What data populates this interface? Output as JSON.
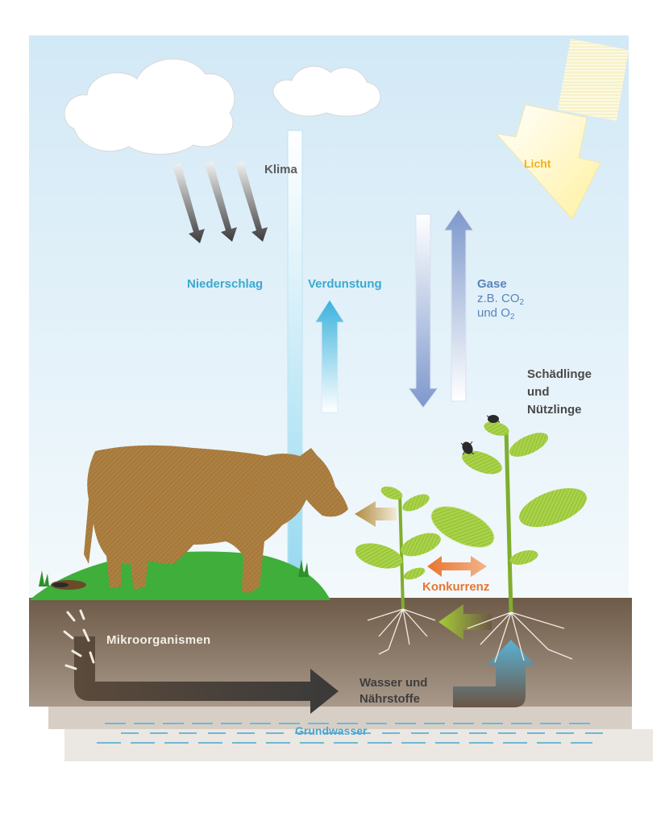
{
  "labels": {
    "klima": "Klima",
    "niederschlag": "Niederschlag",
    "verdunstung": "Verdunstung",
    "licht": "Licht",
    "gase_title": "Gase",
    "gase_line2_prefix": "z.B. CO",
    "gase_line2_sub": "2",
    "gase_line3_prefix": "und O",
    "gase_line3_sub": "2",
    "schaedlinge_1": "Schädlinge",
    "schaedlinge_2": "und",
    "schaedlinge_3": "Nützlinge",
    "konkurrenz": "Konkurrenz",
    "mikroorganismen": "Mikroorganismen",
    "wasser_1": "Wasser und",
    "wasser_2": "Nährstoffe",
    "grundwasser": "Grundwasser"
  },
  "colors": {
    "sky_top": "#d7ecf7",
    "sky_bottom": "#f4f9fc",
    "soil": "#7a6552",
    "hill": "#3fae3b",
    "cow": "#a87b3c",
    "plant": "#9cc83a",
    "water_arrow": "#5cc3e6",
    "nutrient_arrow": "#444444",
    "sun": "#fff6b8",
    "konkurrenz": "#e8752f",
    "gas_arrow": "#7f9ccf"
  },
  "icons": [
    "cloud-icon",
    "sun-icon",
    "rain-arrow-icon",
    "cow-icon",
    "plant-icon",
    "beetle-icon",
    "root-icon"
  ]
}
